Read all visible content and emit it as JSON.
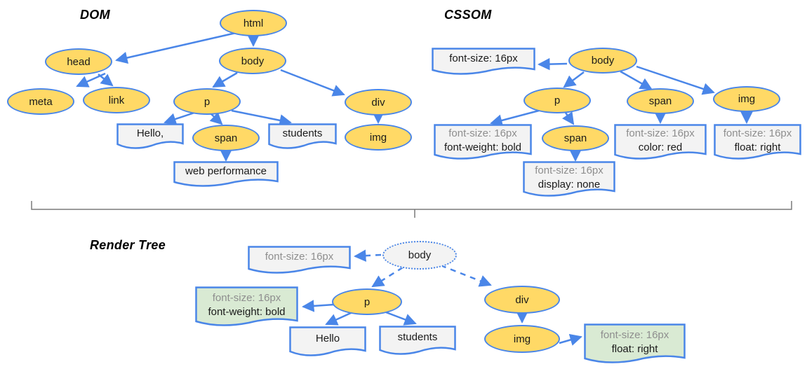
{
  "titles": {
    "dom": "DOM",
    "cssom": "CSSOM",
    "render": "Render Tree"
  },
  "dom": {
    "nodes": {
      "html": "html",
      "head": "head",
      "body": "body",
      "meta": "meta",
      "link": "link",
      "p": "p",
      "span": "span",
      "div": "div",
      "img": "img"
    },
    "texts": {
      "hello": "Hello,",
      "students": "students",
      "webperf": "web performance"
    }
  },
  "cssom": {
    "nodes": {
      "body": "body",
      "p": "p",
      "span": "span",
      "img": "img",
      "span_inner": "span"
    },
    "rules": {
      "body_rule": "font-size: 16px",
      "p_rule": [
        "font-size: 16px",
        "font-weight: bold"
      ],
      "span_inner_rule": [
        "font-size: 16px",
        "display: none"
      ],
      "span_rule": [
        "font-size: 16px",
        "color: red"
      ],
      "img_rule": [
        "font-size: 16px",
        "float: right"
      ]
    }
  },
  "render": {
    "nodes": {
      "body": "body",
      "p": "p",
      "div": "div",
      "img": "img"
    },
    "texts": {
      "hello": "Hello",
      "students": "students"
    },
    "rules": {
      "body_rule": "font-size: 16px",
      "p_rule": [
        "font-size: 16px",
        "font-weight: bold"
      ],
      "img_rule": [
        "font-size: 16px",
        "float: right"
      ]
    }
  },
  "colors": {
    "node_fill": "#ffd966",
    "line_blue": "#4a86e8",
    "box_fill": "#f3f3f3",
    "computed_fill": "#d9ead3",
    "muted_text": "#8e8e8e",
    "bracket_gray": "#7a7a7a"
  }
}
